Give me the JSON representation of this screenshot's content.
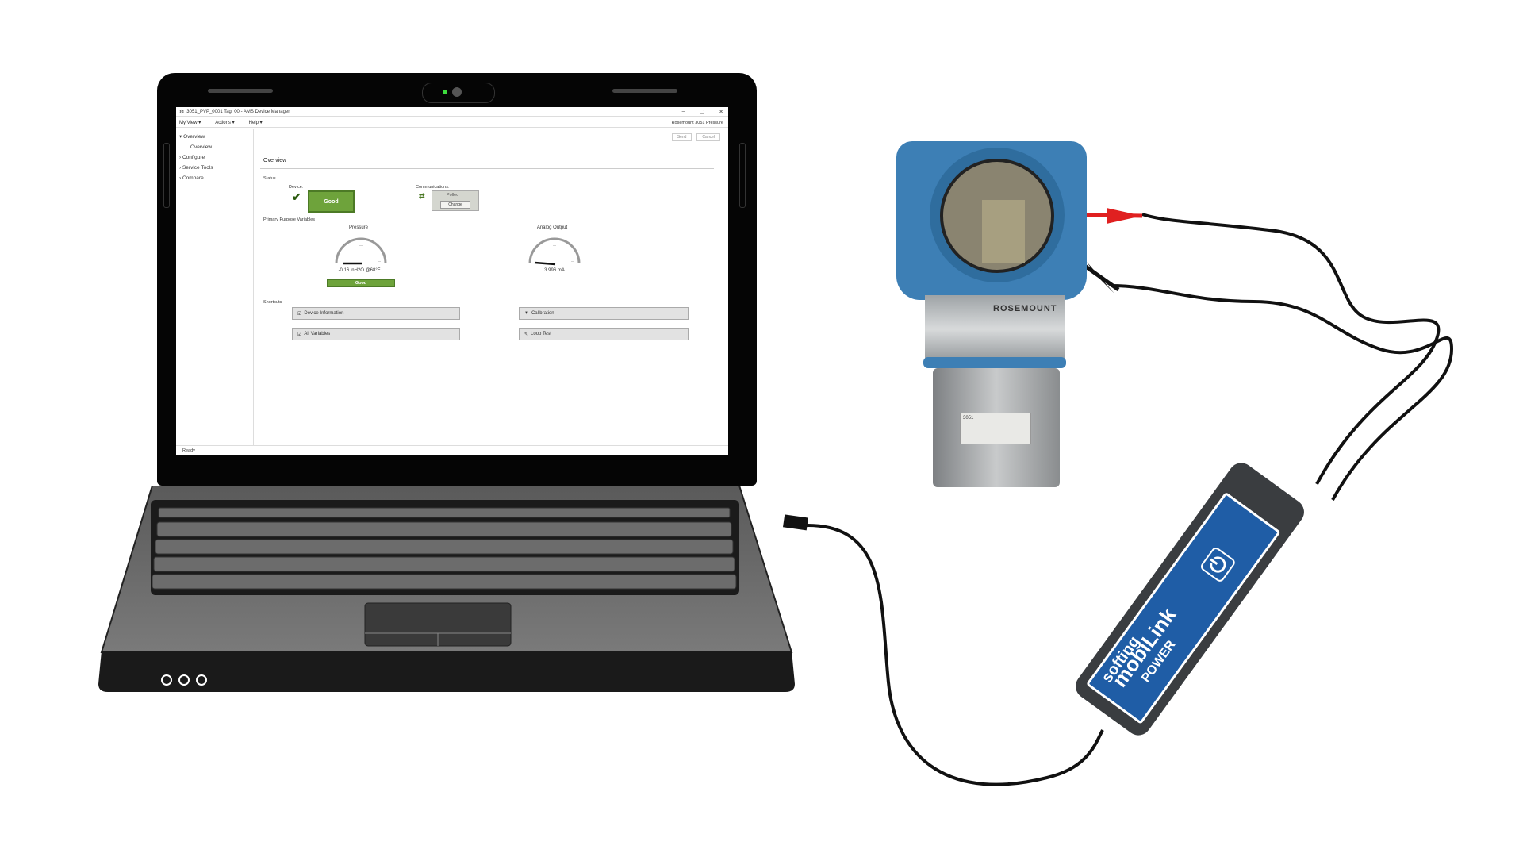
{
  "scene": {
    "description": "Laptop running AMS Device Manager connected via USB to a Softing mobiLink POWER HART modem, which is clipped to a Rosemount pressure transmitter terminal block",
    "colors": {
      "good_green": "#6ea33b",
      "transmitter_blue": "#3d7fb5",
      "mobilink_blue": "#1f5da6",
      "probe_red": "#e02020"
    }
  },
  "app": {
    "window_title": "3051_PVP_0001 Tag: 00 - AMS Device Manager",
    "window_controls": {
      "minimize": "–",
      "maximize": "▢",
      "close": "✕"
    },
    "menu": [
      {
        "label": "My View ▾"
      },
      {
        "label": "Actions ▾"
      },
      {
        "label": "Help ▾"
      }
    ],
    "menu_right_text": "Rosemount 3051 Pressure",
    "top_buttons": {
      "send": "Send",
      "cancel": "Cancel"
    },
    "sidebar": {
      "items": [
        {
          "label": "▾ Overview",
          "level": 0
        },
        {
          "label": "Overview",
          "level": 1
        },
        {
          "label": "› Configure",
          "level": 0
        },
        {
          "label": "› Service Tools",
          "level": 0
        },
        {
          "label": "› Compare",
          "level": 0
        }
      ]
    },
    "main": {
      "heading": "Overview",
      "status_label": "Status",
      "device_label": "Device:",
      "device_status": "Good",
      "device_icon": "checkmark-icon",
      "comm_label": "Communications:",
      "comm_status": "Polled",
      "comm_button": "Change",
      "comm_icon": "arrows-exchange-icon",
      "pv_label": "Primary Purpose Variables",
      "gauges": [
        {
          "title": "Pressure",
          "value": "-0.16 inH2O @68°F",
          "quality": "Good"
        },
        {
          "title": "Analog Output",
          "value": "3.996 mA"
        }
      ],
      "shortcuts_label": "Shortcuts",
      "shortcuts": [
        {
          "label": "Device Information",
          "icon": "checklist-icon"
        },
        {
          "label": "Calibration",
          "icon": "calibration-icon"
        },
        {
          "label": "All Variables",
          "icon": "checklist-icon"
        },
        {
          "label": "Loop Test",
          "icon": "wrench-icon"
        }
      ]
    },
    "statusbar": "Ready"
  },
  "hardware": {
    "transmitter_brand": "ROSEMOUNT",
    "transmitter_label": "3051",
    "modem_name": "mobiLink",
    "modem_sub": "POWER",
    "modem_brand": "softing"
  }
}
